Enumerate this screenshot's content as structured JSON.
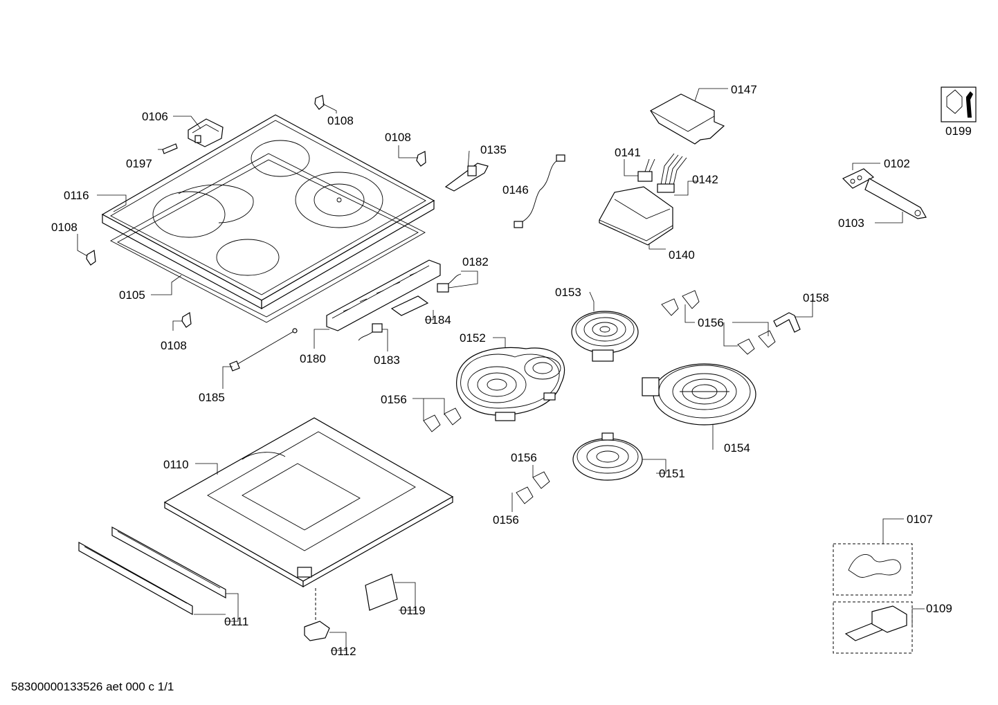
{
  "labels": {
    "l0106": "0106",
    "l0108a": "0108",
    "l0197": "0197",
    "l0116": "0116",
    "l0108b": "0108",
    "l0108c": "0108",
    "l0105": "0105",
    "l0108d": "0108",
    "l0135": "0135",
    "l0146": "0146",
    "l0147": "0147",
    "l0141": "0141",
    "l0142": "0142",
    "l0140": "0140",
    "l0199": "0199",
    "l0102": "0102",
    "l0103": "0103",
    "l0182": "0182",
    "l0184": "0184",
    "l0180": "0180",
    "l0183": "0183",
    "l0185": "0185",
    "l0153": "0153",
    "l0156a": "0156",
    "l0158": "0158",
    "l0152": "0152",
    "l0156b": "0156",
    "l0154": "0154",
    "l0151": "0151",
    "l0156c": "0156",
    "l0156d": "0156",
    "l0110": "0110",
    "l0111": "0111",
    "l0119": "0119",
    "l0112": "0112",
    "l0107": "0107",
    "l0109": "0109"
  },
  "footer": "58300000133526 aet 000 c 1/1"
}
